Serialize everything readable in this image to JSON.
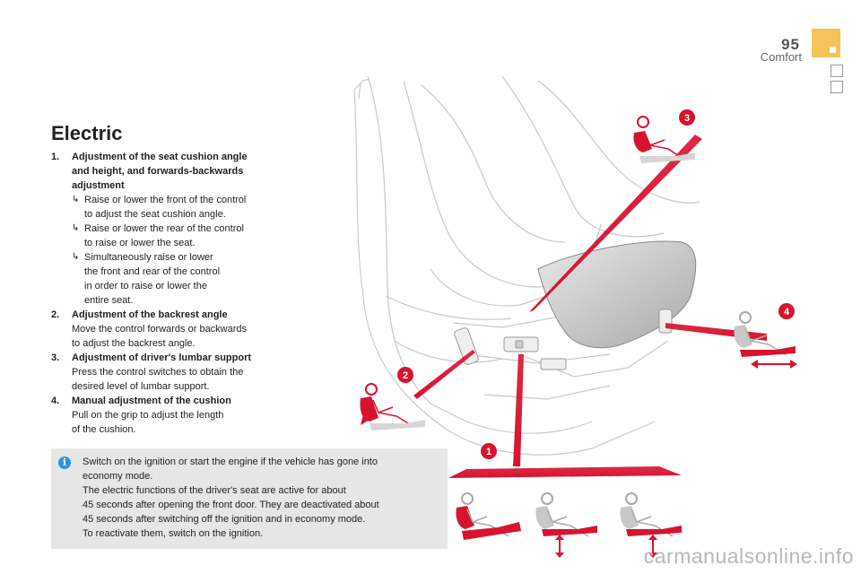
{
  "header": {
    "page_number": "95",
    "section": "Comfort"
  },
  "title": "Electric",
  "items": [
    {
      "num": "1.",
      "title_lines": [
        "Adjustment of the seat cushion angle",
        "and height, and forwards-backwards",
        "adjustment"
      ],
      "bullets": [
        [
          "Raise or lower the front of the control",
          "to adjust the seat cushion angle."
        ],
        [
          "Raise or lower the rear of the control",
          "to raise or lower the seat."
        ],
        [
          "Simultaneously raise or lower",
          "the front and rear of the control",
          "in order to raise or lower the",
          "entire seat."
        ]
      ]
    },
    {
      "num": "2.",
      "title": "Adjustment of the backrest angle",
      "desc": [
        "Move the control forwards or backwards",
        "to adjust the backrest angle."
      ]
    },
    {
      "num": "3.",
      "title": "Adjustment of driver's lumbar support",
      "desc": [
        "Press the control switches to obtain the",
        "desired level of lumbar support."
      ]
    },
    {
      "num": "4.",
      "title": "Manual adjustment of the cushion",
      "desc": [
        "Pull on the grip to adjust the length",
        "of the cushion."
      ]
    }
  ],
  "info": {
    "icon": "info-icon",
    "glyph": "i",
    "lines": [
      "Switch on the ignition or start the engine if the vehicle has gone into",
      "economy mode.",
      "The electric functions of the driver's seat are active for about",
      "45 seconds after opening the front door. They are deactivated about",
      "45 seconds after switching off the ignition and in economy mode.",
      "To reactivate them, switch on the ignition."
    ]
  },
  "callouts": [
    "1",
    "2",
    "3",
    "4"
  ],
  "watermark": "carmanualsonline.info",
  "colors": {
    "accent_tab": "#f6c25c",
    "callout_red": "#d8132f",
    "info_blue": "#2b95d6",
    "info_bg": "#e6e6e6"
  }
}
